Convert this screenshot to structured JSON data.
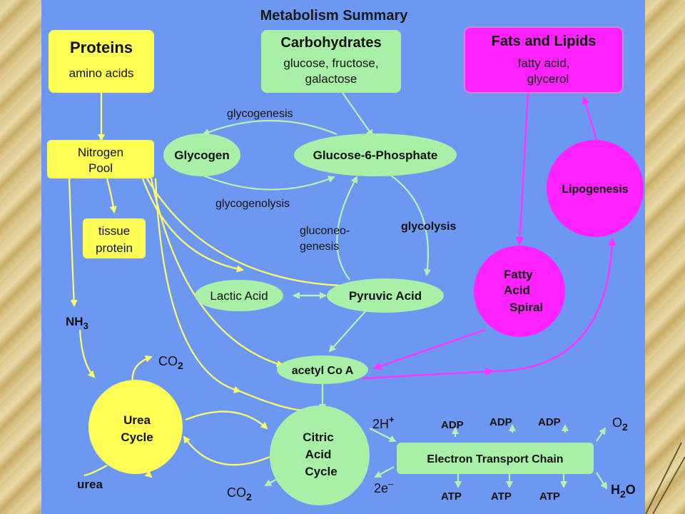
{
  "title": "Metabolism Summary",
  "colors": {
    "panel": "#6c98f2",
    "yellow": "#ffff55",
    "green": "#a8f0a8",
    "magenta": "#ff22ff",
    "yellow_line": "#ffff66",
    "green_line": "#b8f0b0",
    "magenta_line": "#ff33ff"
  },
  "boxes": {
    "proteins": {
      "title": "Proteins",
      "sub": "amino acids"
    },
    "carbohydrates": {
      "title": "Carbohydrates",
      "sub1": "glucose, fructose,",
      "sub2": "galactose"
    },
    "fats": {
      "title": "Fats and Lipids",
      "sub1": "fatty acid,",
      "sub2": "glycerol"
    },
    "nitrogen_pool": {
      "line1": "Nitrogen",
      "line2": "Pool"
    },
    "tissue_protein": {
      "line1": "tissue",
      "line2": "protein"
    },
    "electron_transport": "Electron Transport Chain"
  },
  "nodes": {
    "glycogen": "Glycogen",
    "g6p": "Glucose-6-Phosphate",
    "lactic": "Lactic Acid",
    "pyruvic": "Pyruvic Acid",
    "acetyl": "acetyl Co A",
    "lipogenesis": "Lipogenesis",
    "fatty_spiral": {
      "line1": "Fatty",
      "line2": "Acid",
      "line3": "Spiral"
    },
    "urea_cycle": {
      "line1": "Urea",
      "line2": "Cycle"
    },
    "citric": {
      "line1": "Citric",
      "line2": "Acid",
      "line3": "Cycle"
    }
  },
  "labels": {
    "glycogenesis": "glycogenesis",
    "glycogenolysis": "glycogenolysis",
    "gluconeo1": "gluconeo-",
    "gluconeo2": "genesis",
    "glycolysis": "glycolysis",
    "nh3": "NH",
    "nh3_sub": "3",
    "co2": "CO",
    "co2_sub": "2",
    "urea": "urea",
    "h_plus": "2H",
    "h_plus_sup": "+",
    "e_minus": "2e",
    "e_minus_sup": "–",
    "adp": "ADP",
    "atp": "ATP",
    "o2": "O",
    "o2_sub": "2",
    "h2o_h": "H",
    "h2o_sub": "2",
    "h2o_o": "O"
  }
}
